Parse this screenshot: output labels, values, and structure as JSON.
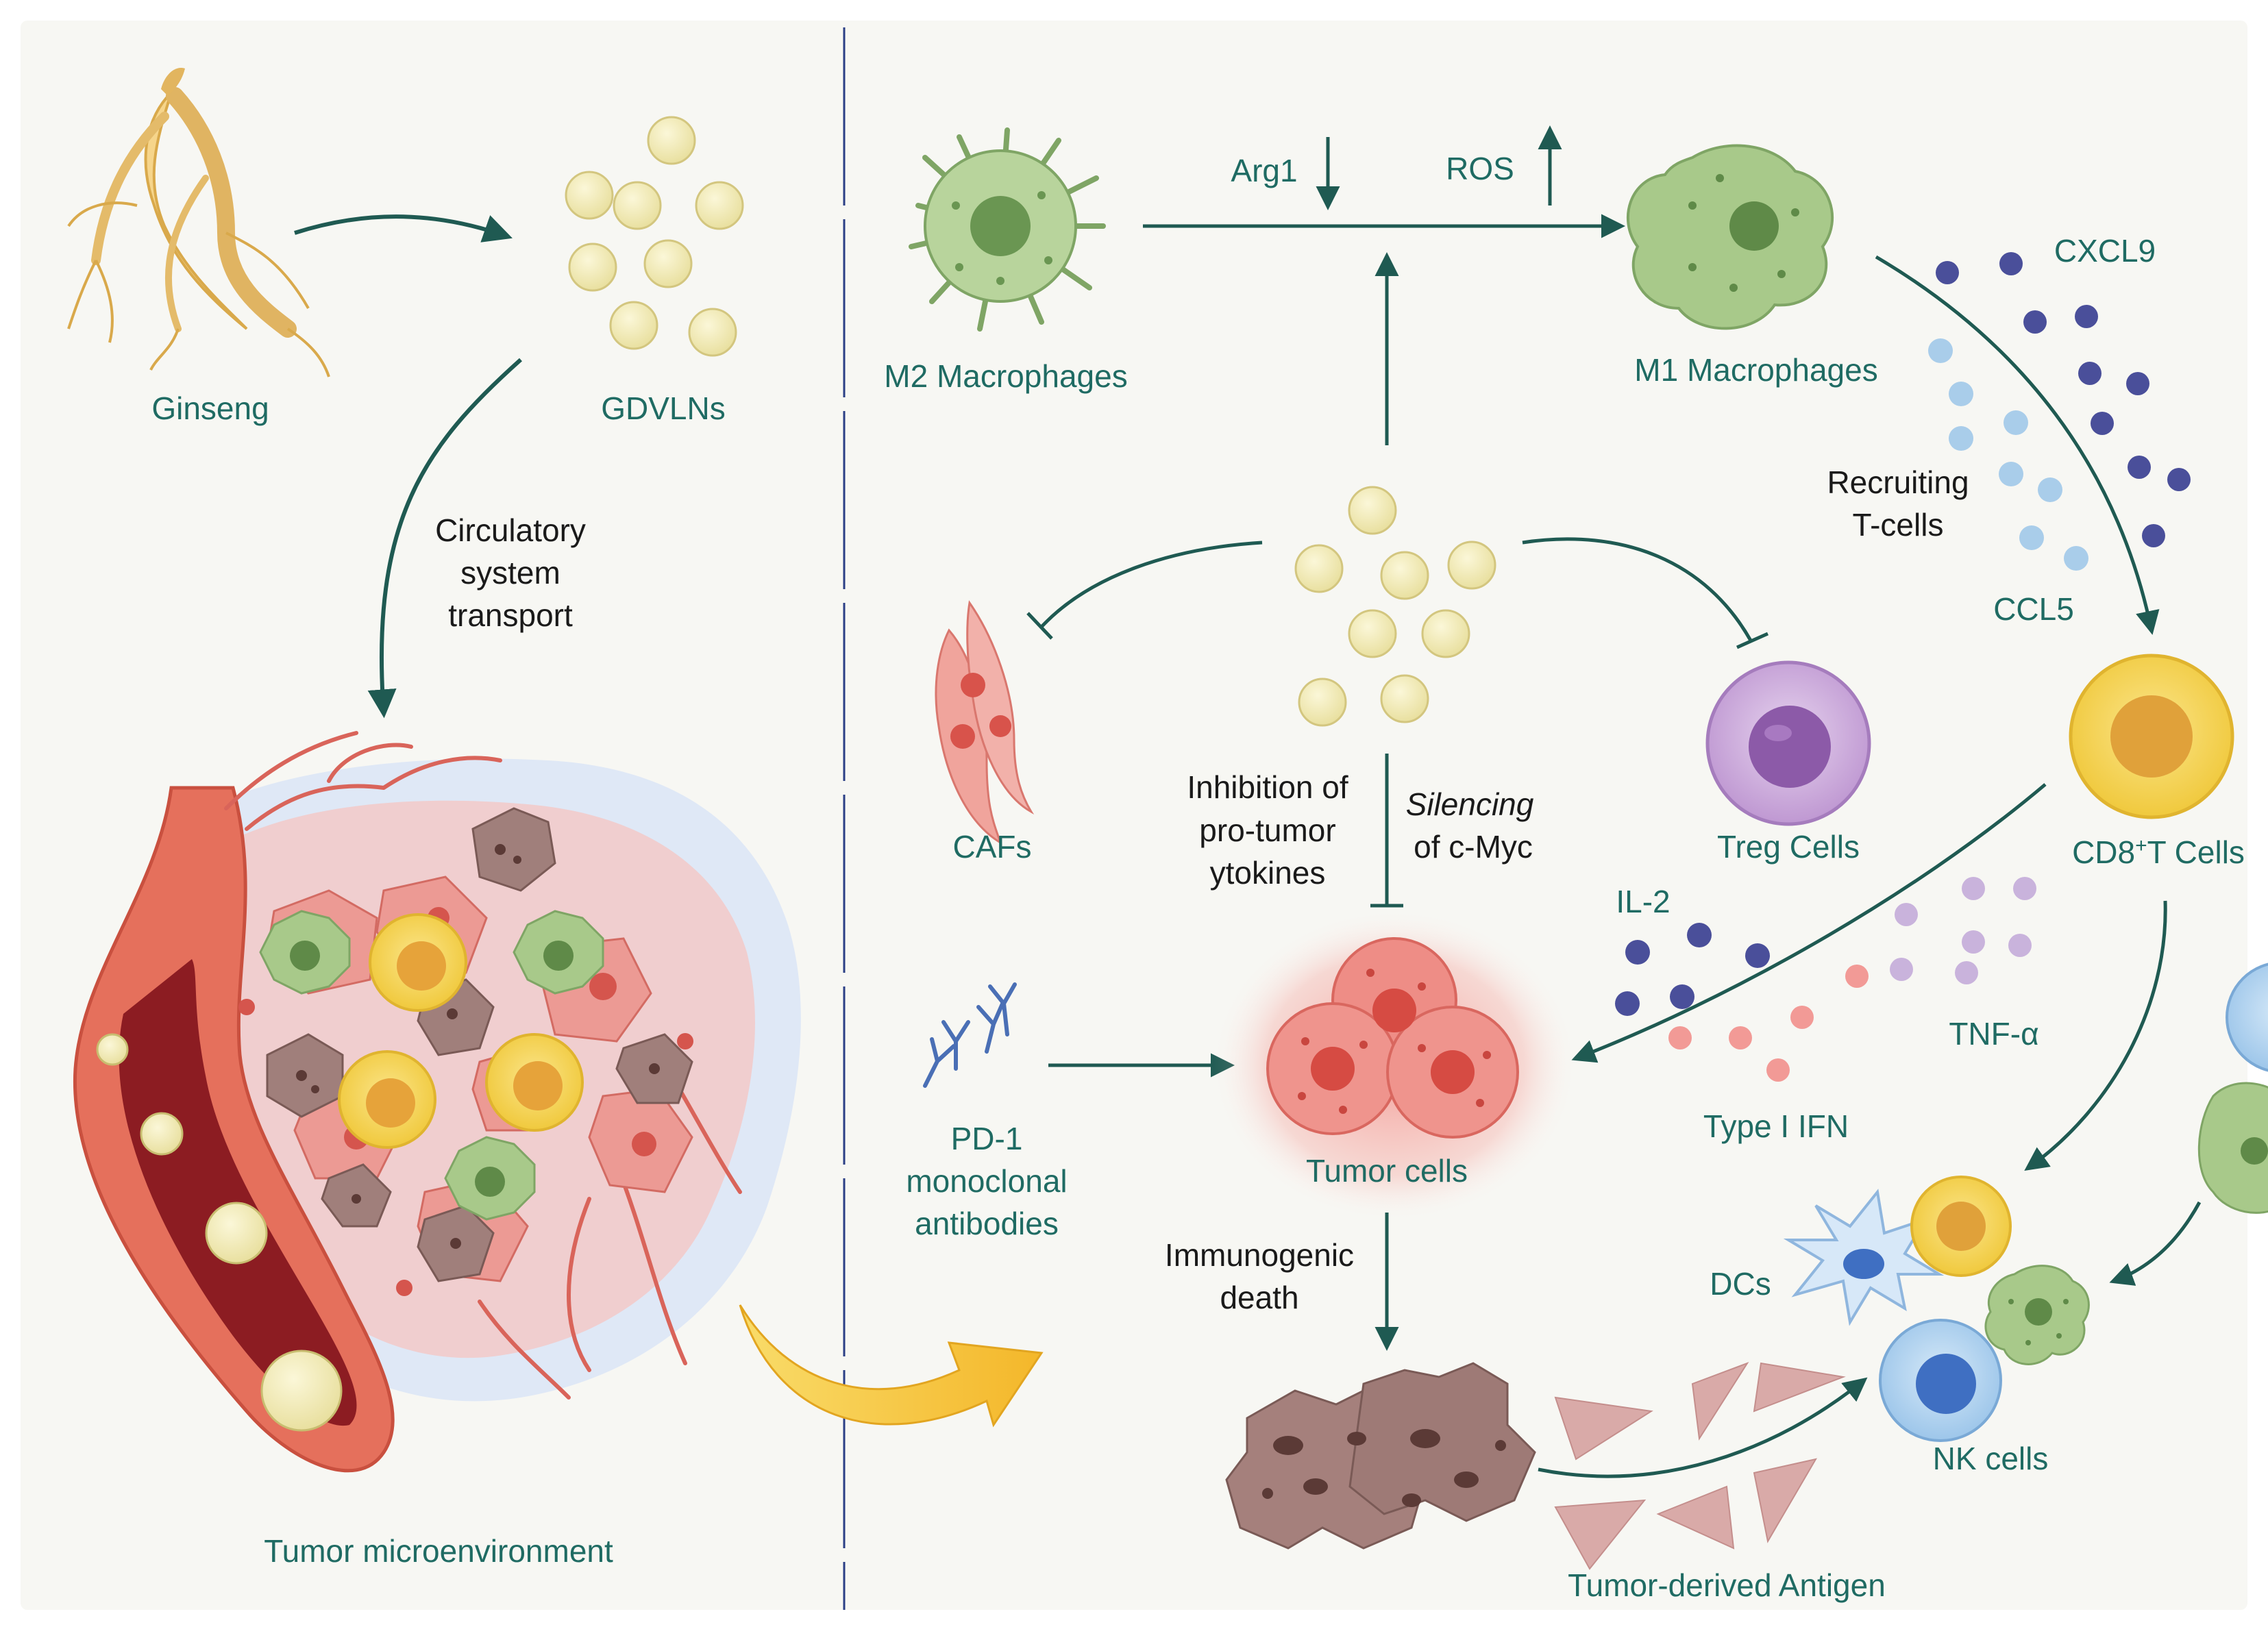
{
  "left": {
    "ginseng": "Ginseng",
    "gdvlns": "GDVLNs",
    "transport": [
      "Circulatory",
      "system",
      "transport"
    ],
    "tme": "Tumor microenvironment"
  },
  "top": {
    "m2": "M2 Macrophages",
    "m1": "M1 Macrophages",
    "arg1": "Arg1",
    "ros": "ROS",
    "cxcl9": "CXCL9",
    "ccl5": "CCL5",
    "recruit": [
      "Recruiting",
      "T-cells"
    ]
  },
  "middle": {
    "cafs": "CAFs",
    "treg": "Treg Cells",
    "cd8_pre": "CD8",
    "cd8_sup": "+",
    "cd8_post": "T Cells",
    "inhibition": [
      "Inhibition of",
      "pro-tumor",
      "ytokines"
    ],
    "silencing": "Silencing",
    "cmyc": "of c-Myc",
    "il2": "IL-2",
    "tnf": "TNF-α",
    "ifn": "Type I IFN",
    "pd1": [
      "PD-1",
      "monoclonal",
      "antibodies"
    ],
    "tumor": "Tumor cells"
  },
  "bottom": {
    "icd": [
      "Immunogenic",
      "death"
    ],
    "dcs": "DCs",
    "nk": "NK cells",
    "antigen": "Tumor-derived Antigen"
  },
  "colors": {
    "label": "#1f6b63",
    "text": "#1a1a1a",
    "nanovesicle": "#f3ecb8",
    "m_macrophage": "#a8c98a",
    "tcell": "#f4d35e",
    "treg": "#c9a7d8",
    "tumor": "#e8847c",
    "cxcl9": "#4a4f9a",
    "ccl5": "#a9cdea",
    "il2": "#4a4f9a",
    "tnf": "#c9b3dc",
    "ifn": "#f29a96",
    "arrow_yellow": "#f6c844",
    "divider": "#2b3f86"
  }
}
